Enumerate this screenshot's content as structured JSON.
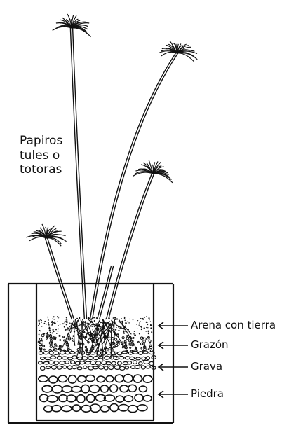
{
  "plant_label": {
    "line1": "Papiros",
    "line2": "tules o",
    "line3": "totoras"
  },
  "layers": [
    {
      "label": "Arena con tierra"
    },
    {
      "label": "Grazón"
    },
    {
      "label": "Grava"
    },
    {
      "label": "Piedra"
    }
  ],
  "colors": {
    "ink": "#111111",
    "background": "#ffffff"
  }
}
